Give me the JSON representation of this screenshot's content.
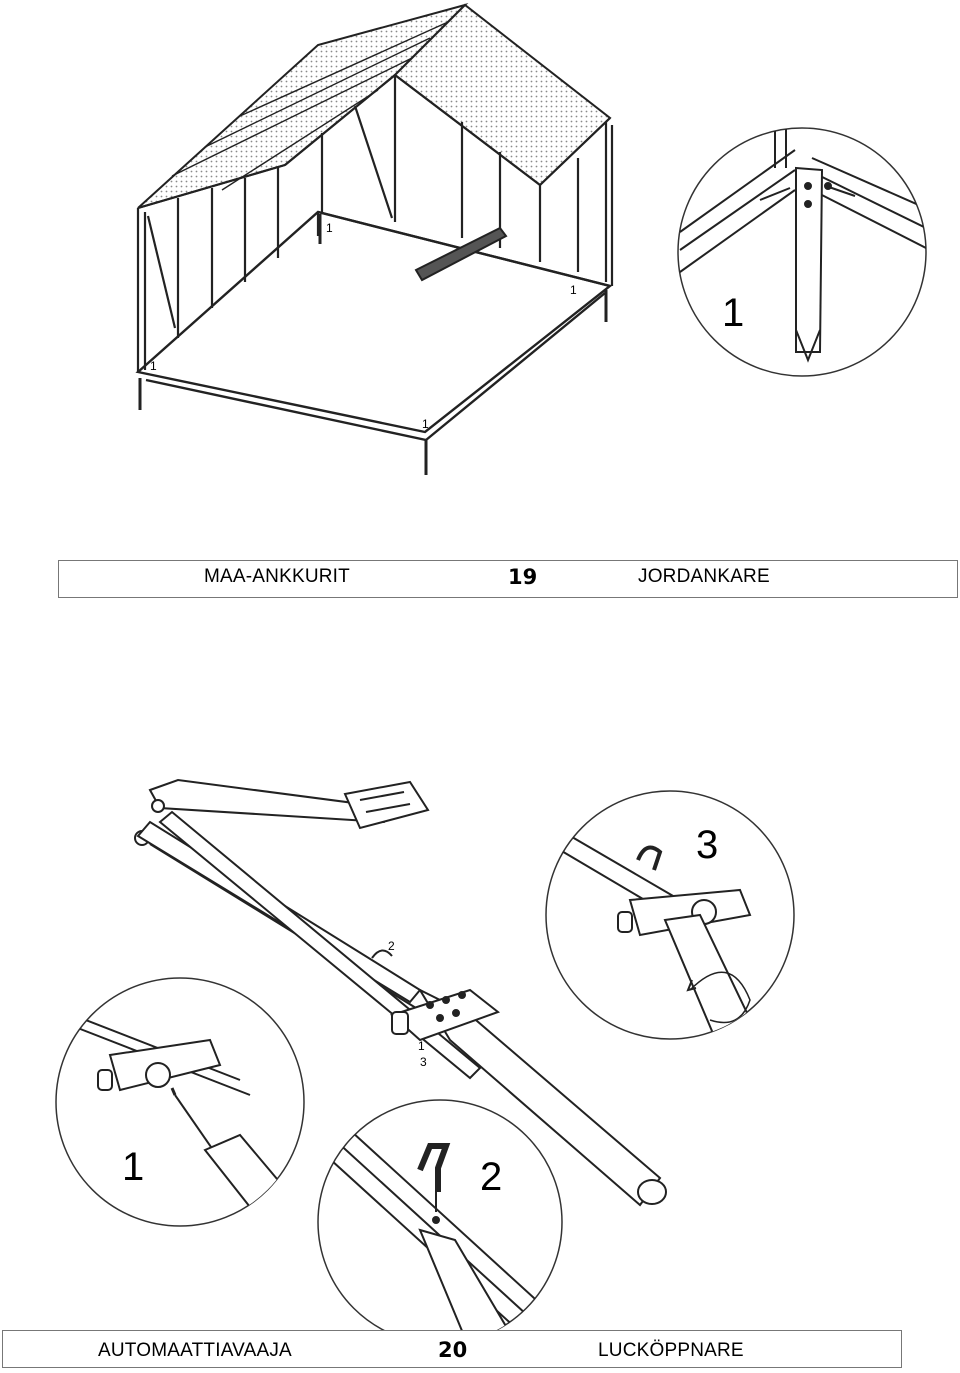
{
  "section_19": {
    "label_left": "MAA-ANKKURIT",
    "number": "19",
    "label_right": "JORDANKARE",
    "callouts": {
      "a": "1",
      "b": "1",
      "c": "1",
      "d": "1",
      "detail": "1"
    }
  },
  "section_20": {
    "label_left": "AUTOMAATTIAVAAJA",
    "number": "20",
    "label_right": "LUCKÖPPNARE",
    "callouts": {
      "c2": "2",
      "c1": "1",
      "c3": "3"
    },
    "details": {
      "d1": "1",
      "d2": "2",
      "d3": "3"
    }
  }
}
